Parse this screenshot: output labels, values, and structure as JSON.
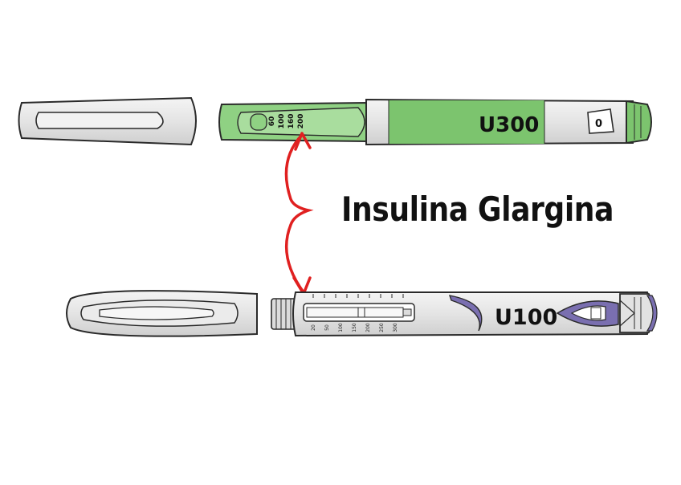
{
  "title": "Insulina Glargina",
  "pen_u300": {
    "label": "U300",
    "scale_labels": [
      "60",
      "100",
      "160",
      "200"
    ],
    "dose_window": "0"
  },
  "pen_u100": {
    "label": "U100",
    "scale_labels": [
      "20",
      "50",
      "100",
      "150",
      "200",
      "250",
      "300"
    ]
  },
  "colors": {
    "u300_accent": "#7cc46e",
    "u100_accent": "#7a6fb0",
    "arrow": "#e02020",
    "pen_body": "#e6e6e6",
    "outline": "#2a2a2a"
  }
}
